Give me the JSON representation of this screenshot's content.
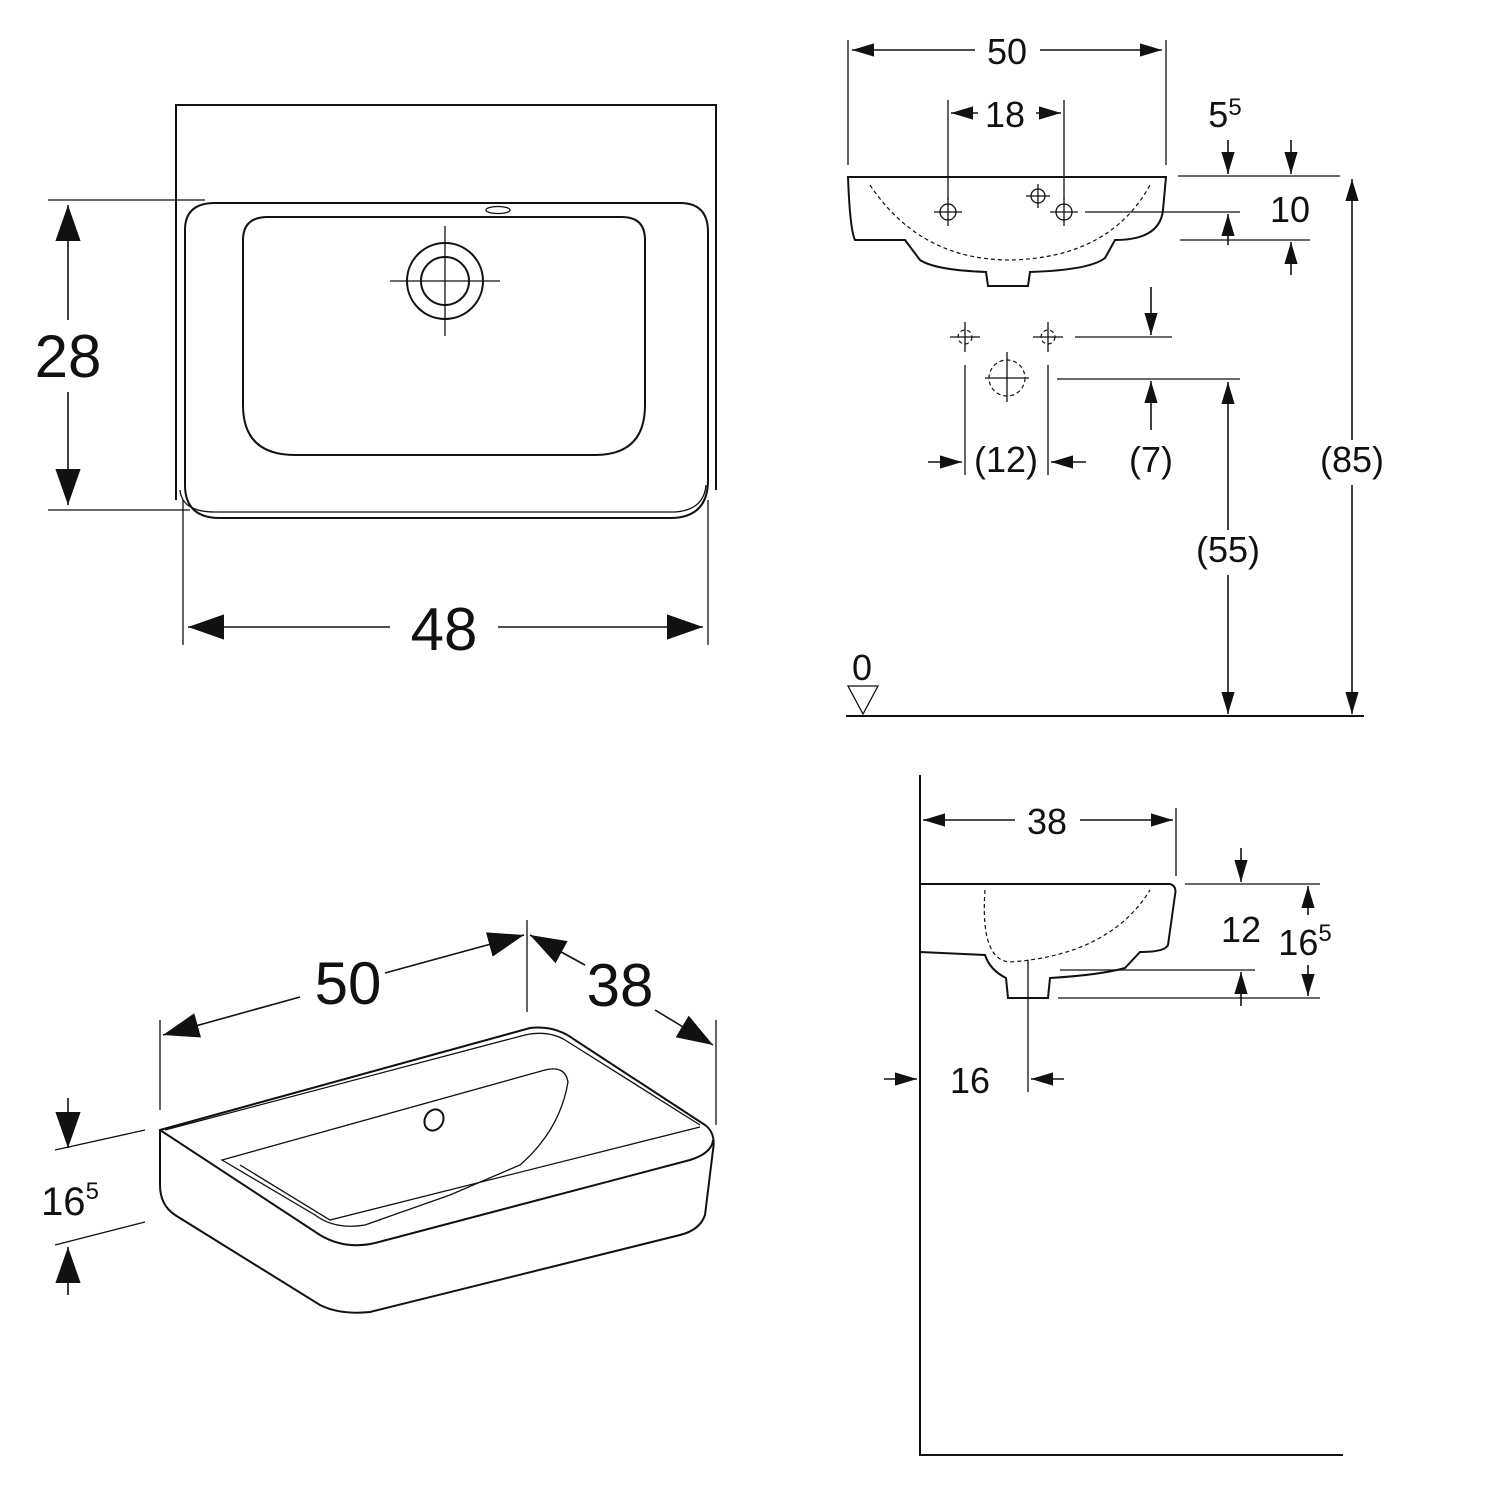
{
  "plan_view": {
    "depth": "28",
    "width": "48"
  },
  "front_view": {
    "overall_width": "50",
    "tap_spacing": "18",
    "rim_offset": {
      "main": "5",
      "sup": "5"
    },
    "overflow_drop": "10",
    "waste_spacing": "(12)",
    "waste_offset": "(7)",
    "rim_height": "(85)",
    "waste_height": "(55)",
    "floor_level": "0"
  },
  "isometric_view": {
    "width": "50",
    "depth": "38",
    "height": {
      "main": "16",
      "sup": "5"
    }
  },
  "side_view": {
    "depth": "38",
    "bowl_height": "12",
    "total_height": {
      "main": "16",
      "sup": "5"
    },
    "waste_from_wall": "16"
  }
}
